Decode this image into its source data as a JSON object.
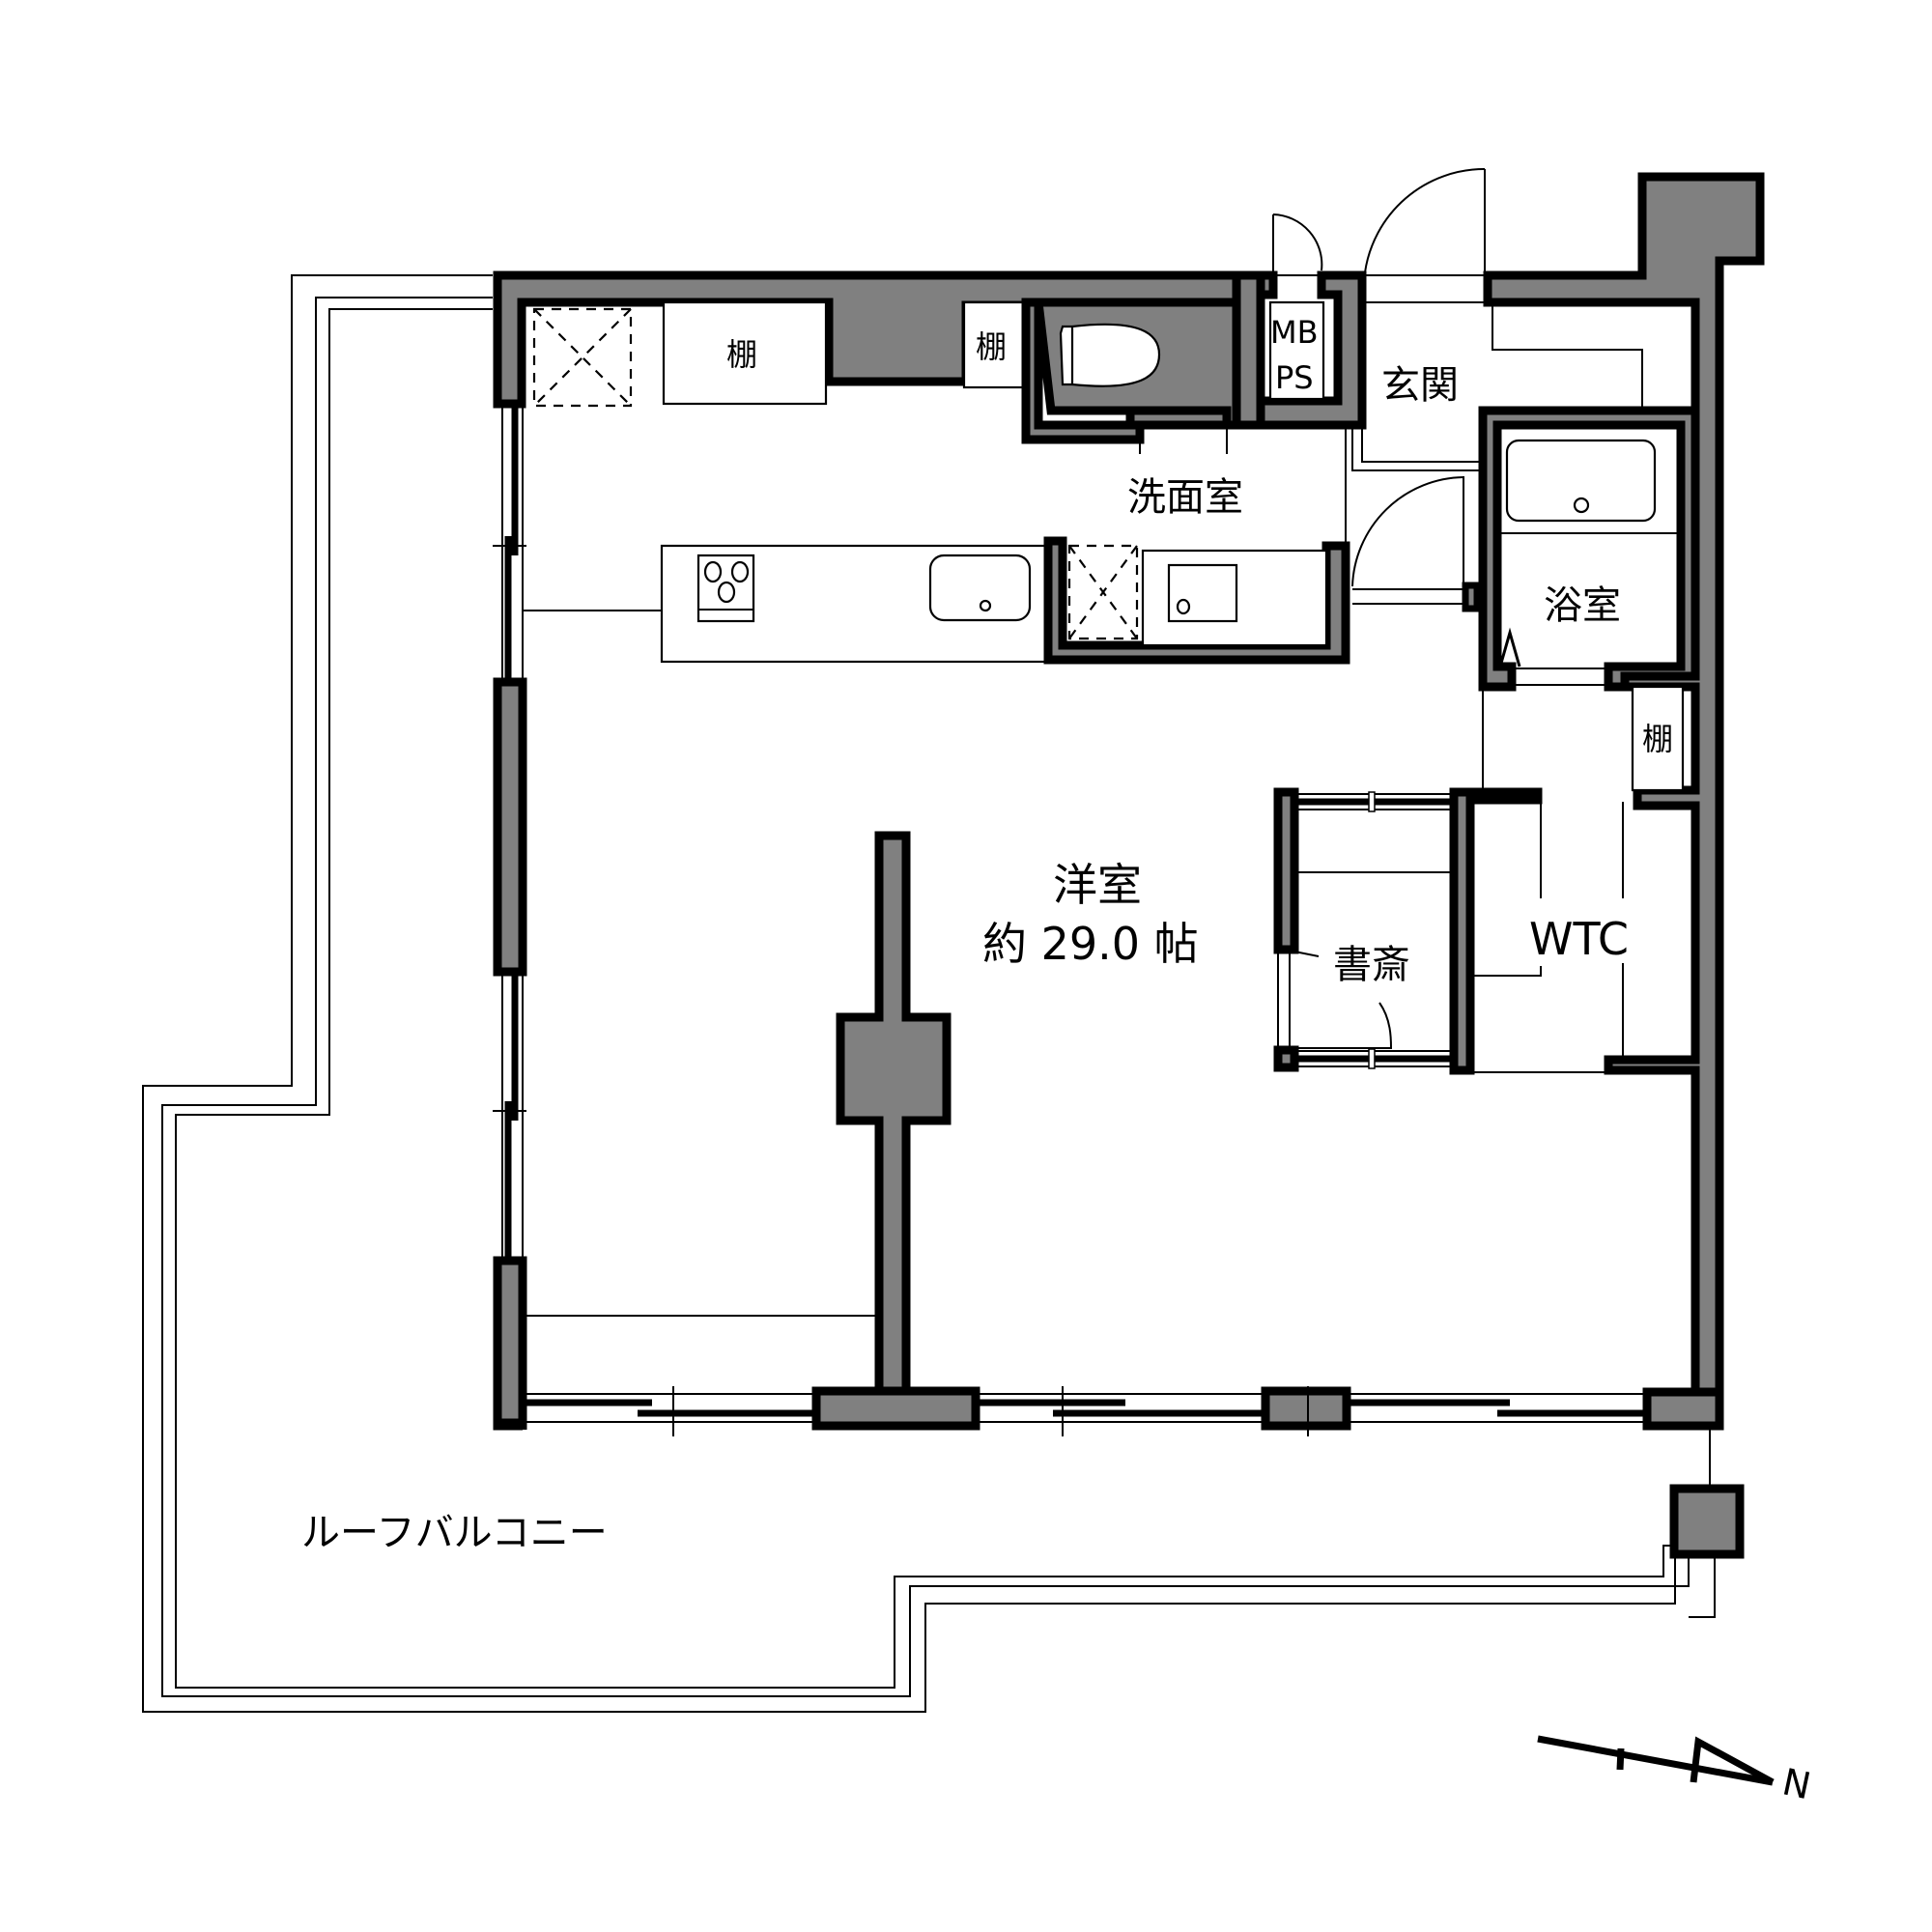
{
  "plan": {
    "rooms": {
      "western_room": {
        "name": "洋室",
        "size": "約 29.0 帖"
      },
      "washroom": "洗面室",
      "entrance": "玄関",
      "bathroom": "浴室",
      "study": "書斎",
      "wtc": "WTC",
      "meter_box": {
        "line1": "MB",
        "line2": "PS"
      },
      "shelf_kitchen": "棚",
      "shelf_toilet": "棚",
      "shelf_hall": "棚",
      "roof_balcony": "ルーフバルコニー"
    },
    "compass": {
      "label": "N"
    },
    "colors": {
      "wall_fill": "#808080",
      "wall_stroke": "#000000",
      "background": "#ffffff"
    }
  }
}
